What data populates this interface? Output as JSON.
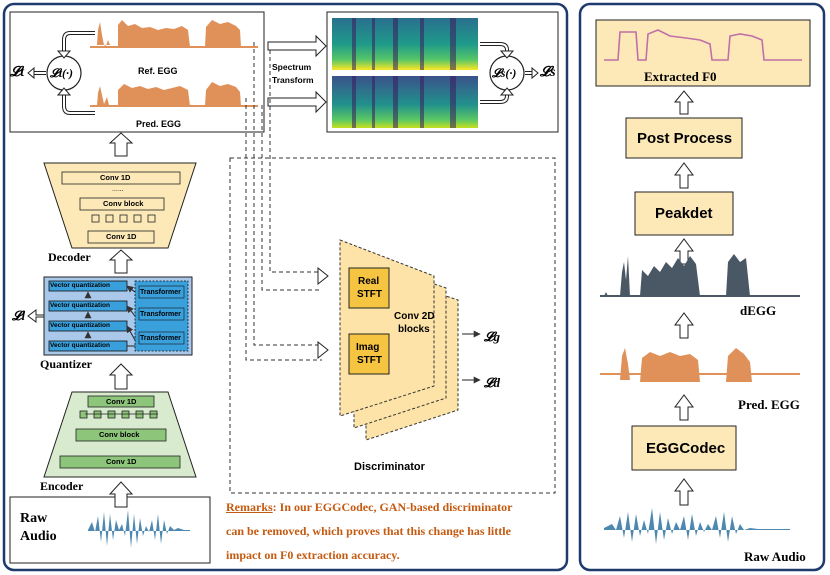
{
  "colors": {
    "panel_border": "#1f3a6e",
    "egg_orange": "#e0915a",
    "audio_blue": "#4d88b0",
    "degg_gray": "#4a5866",
    "box_fill": "#fde9b8",
    "encoder_fill": "#d9ebcf",
    "encoder_bar": "#8dc57a",
    "quantizer_fill": "#3aa0dc",
    "quantizer_bg": "#aac8ea",
    "conv_fill": "#fde3a7",
    "remark_text": "#c55a11",
    "f0_line": "#c06fa8"
  },
  "icons": [
    "loss-icon",
    "arrow-icon",
    "waveform-icon",
    "spectrogram-icon"
  ],
  "left": {
    "lt_label": "𝓛t",
    "lt_func": "𝓛t(·)",
    "ref_egg": "Ref. EGG",
    "pred_egg": "Pred. EGG",
    "spectrum_transform_line1": "Spectrum",
    "spectrum_transform_line2": "Transform",
    "ls_func": "𝓛s(·)",
    "ls_label": "𝓛s",
    "decoder": {
      "title": "Decoder",
      "conv1d_top": "Conv 1D",
      "dots": "......",
      "conv_block": "Conv block",
      "conv1d_bottom": "Conv 1D"
    },
    "quantizer": {
      "title": "Quantizer",
      "ll_label": "𝓛l",
      "vq": [
        "Vector quantization",
        "Vector quantization",
        "Vector quantization",
        "Vector quantization"
      ],
      "transformers": [
        "Transformer",
        "Transformer",
        "Transformer"
      ]
    },
    "encoder": {
      "title": "Encoder",
      "conv1d_top": "Conv 1D",
      "conv_block": "Conv block",
      "conv1d_bottom": "Conv 1D"
    },
    "raw_audio_line1": "Raw",
    "raw_audio_line2": "Audio",
    "discriminator": {
      "title": "Discriminator",
      "real_stft_line1": "Real",
      "real_stft_line2": "STFT",
      "imag_stft_line1": "Imag",
      "imag_stft_line2": "STFT",
      "conv2d_line1": "Conv 2D",
      "conv2d_line2": "blocks",
      "lg": "𝓛g",
      "ld": "𝓛d"
    },
    "remarks": {
      "label": "Remarks",
      "line1": ": In our EGGCodec, GAN-based discriminator",
      "line2": "can be removed, which proves that this change has little",
      "line3": "impact on F0 extraction accuracy."
    }
  },
  "right": {
    "extracted_f0": "Extracted F0",
    "post_process": "Post Process",
    "peakdet": "Peakdet",
    "degg": "dEGG",
    "pred_egg": "Pred. EGG",
    "eggcodec": "EGGCodec",
    "raw_audio": "Raw Audio"
  }
}
